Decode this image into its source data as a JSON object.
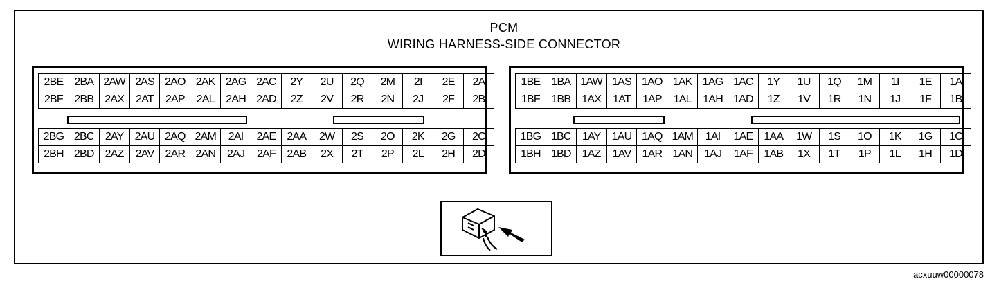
{
  "title_line1": "PCM",
  "title_line2": "WIRING HARNESS-SIDE CONNECTOR",
  "figure_code": "acxuuw00000078",
  "connector2": {
    "upper": [
      [
        "2BE",
        "2BA",
        "2AW",
        "2AS",
        "2AO",
        "2AK",
        "2AG",
        "2AC",
        "2Y",
        "2U",
        "2Q",
        "2M",
        "2I",
        "2E",
        "2A"
      ],
      [
        "2BF",
        "2BB",
        "2AX",
        "2AT",
        "2AP",
        "2AL",
        "2AH",
        "2AD",
        "2Z",
        "2V",
        "2R",
        "2N",
        "2J",
        "2F",
        "2B"
      ]
    ],
    "lower": [
      [
        "2BG",
        "2BC",
        "2AY",
        "2AU",
        "2AQ",
        "2AM",
        "2AI",
        "2AE",
        "2AA",
        "2W",
        "2S",
        "2O",
        "2K",
        "2G",
        "2C"
      ],
      [
        "2BH",
        "2BD",
        "2AZ",
        "2AV",
        "2AR",
        "2AN",
        "2AJ",
        "2AF",
        "2AB",
        "2X",
        "2T",
        "2P",
        "2L",
        "2H",
        "2D"
      ]
    ]
  },
  "connector1": {
    "upper": [
      [
        "1BE",
        "1BA",
        "1AW",
        "1AS",
        "1AO",
        "1AK",
        "1AG",
        "1AC",
        "1Y",
        "1U",
        "1Q",
        "1M",
        "1I",
        "1E",
        "1A"
      ],
      [
        "1BF",
        "1BB",
        "1AX",
        "1AT",
        "1AP",
        "1AL",
        "1AH",
        "1AD",
        "1Z",
        "1V",
        "1R",
        "1N",
        "1J",
        "1F",
        "1B"
      ]
    ],
    "lower": [
      [
        "1BG",
        "1BC",
        "1AY",
        "1AU",
        "1AQ",
        "1AM",
        "1AI",
        "1AE",
        "1AA",
        "1W",
        "1S",
        "1O",
        "1K",
        "1G",
        "1C"
      ],
      [
        "1BH",
        "1BD",
        "1AZ",
        "1AV",
        "1AR",
        "1AN",
        "1AJ",
        "1AF",
        "1AB",
        "1X",
        "1T",
        "1P",
        "1L",
        "1H",
        "1D"
      ]
    ]
  }
}
